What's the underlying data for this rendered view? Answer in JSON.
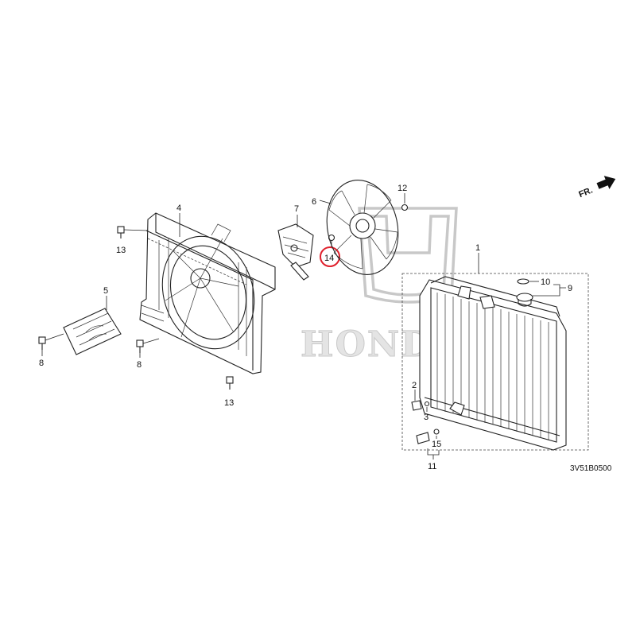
{
  "watermark": {
    "brand": "HONDA"
  },
  "direction": {
    "label": "FR."
  },
  "diagram_code": "3V51B0500",
  "highlighted_part": "14",
  "callouts": {
    "p1": "1",
    "p2": "2",
    "p3": "3",
    "p4": "4",
    "p5": "5",
    "p6": "6",
    "p7": "7",
    "p8a": "8",
    "p8b": "8",
    "p9": "9",
    "p10": "10",
    "p11": "11",
    "p12": "12",
    "p13a": "13",
    "p13b": "13",
    "p14": "14",
    "p15": "15"
  },
  "colors": {
    "line": "#222222",
    "highlight": "#e0202c",
    "watermark": "#c8c8c8"
  }
}
